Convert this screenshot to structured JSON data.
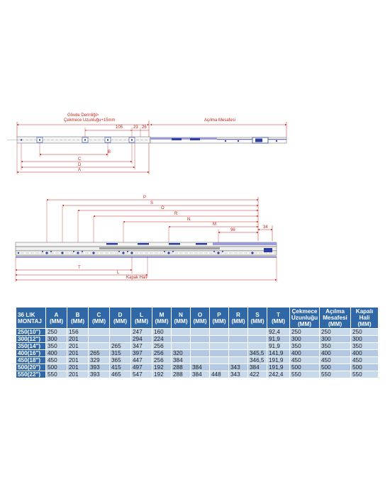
{
  "top_drawing": {
    "label_govde": "Gövde Derinliği>",
    "label_cekmece": "Çekmece Uzunluğu+15mm",
    "label_acilma": "Açılma Mesafesi",
    "dim_105": "105",
    "dim_23": "23",
    "dim_26": "26",
    "dim_b": "B",
    "dim_c": "C",
    "dim_d": "D",
    "dim_a": "A"
  },
  "bottom_drawing": {
    "dim_p": "P",
    "dim_s": "S",
    "dim_o": "O",
    "dim_r": "R",
    "dim_n": "N",
    "dim_m": "M",
    "dim_96": "96",
    "dim_34": "34",
    "dim_t": "T",
    "dim_l": "L",
    "label_kapak": "Kapak Hali"
  },
  "table": {
    "header_first_line1": "36 LIK",
    "header_first_line2": "MONTAJ",
    "columns": [
      {
        "l1": "A",
        "l2": "(MM)"
      },
      {
        "l1": "B",
        "l2": "(MM)"
      },
      {
        "l1": "C",
        "l2": "(MM)"
      },
      {
        "l1": "D",
        "l2": "(MM)"
      },
      {
        "l1": "L",
        "l2": "(MM)"
      },
      {
        "l1": "M",
        "l2": "(MM)"
      },
      {
        "l1": "N",
        "l2": "(MM)"
      },
      {
        "l1": "O",
        "l2": "(MM)"
      },
      {
        "l1": "P",
        "l2": "(MM)"
      },
      {
        "l1": "R",
        "l2": "(MM)"
      },
      {
        "l1": "S",
        "l2": "(MM)"
      },
      {
        "l1": "T",
        "l2": "(MM)"
      },
      {
        "l1": "Çekmece",
        "l2": "Uzunluğu",
        "l3": "(MM)"
      },
      {
        "l1": "Açılma",
        "l2": "Mesafesi",
        "l3": "(MM)"
      },
      {
        "l1": "Kapalı",
        "l2": "Hali",
        "l3": "(MM)"
      }
    ],
    "rows": [
      {
        "model": "250(10\")",
        "cells": [
          "250",
          "156",
          "",
          "",
          "247",
          "160",
          "",
          "",
          "",
          "",
          "",
          "92,4",
          "250",
          "250",
          "250"
        ]
      },
      {
        "model": "300(12\")",
        "cells": [
          "300",
          "201",
          "",
          "",
          "294",
          "224",
          "",
          "",
          "",
          "",
          "",
          "91,9",
          "300",
          "300",
          "300"
        ]
      },
      {
        "model": "350(14\")",
        "cells": [
          "350",
          "201",
          "",
          "265",
          "347",
          "256",
          "",
          "",
          "",
          "",
          "",
          "91,9",
          "350",
          "350",
          "350"
        ]
      },
      {
        "model": "400(16\")",
        "cells": [
          "400",
          "201",
          "265",
          "315",
          "397",
          "256",
          "320",
          "",
          "",
          "",
          "345,5",
          "141,9",
          "400",
          "400",
          "400"
        ]
      },
      {
        "model": "450(18\")",
        "cells": [
          "450",
          "201",
          "329",
          "365",
          "447",
          "256",
          "384",
          "",
          "",
          "",
          "346,5",
          "191,9",
          "450",
          "450",
          "450"
        ]
      },
      {
        "model": "500(20\")",
        "cells": [
          "500",
          "201",
          "393",
          "415",
          "497",
          "192",
          "288",
          "384",
          "",
          "343",
          "384",
          "191,9",
          "500",
          "500",
          "500"
        ]
      },
      {
        "model": "550(22\")",
        "cells": [
          "550",
          "201",
          "393",
          "465",
          "547",
          "192",
          "288",
          "384",
          "448",
          "343",
          "422",
          "242,4",
          "550",
          "550",
          "550"
        ]
      }
    ]
  },
  "colors": {
    "dimension_line": "#c2261c",
    "table_header": "#2f67a7",
    "row_light": "#c9d9ec",
    "row_dark": "#b3c8e2",
    "rail_blue": "#2e3f9e"
  }
}
